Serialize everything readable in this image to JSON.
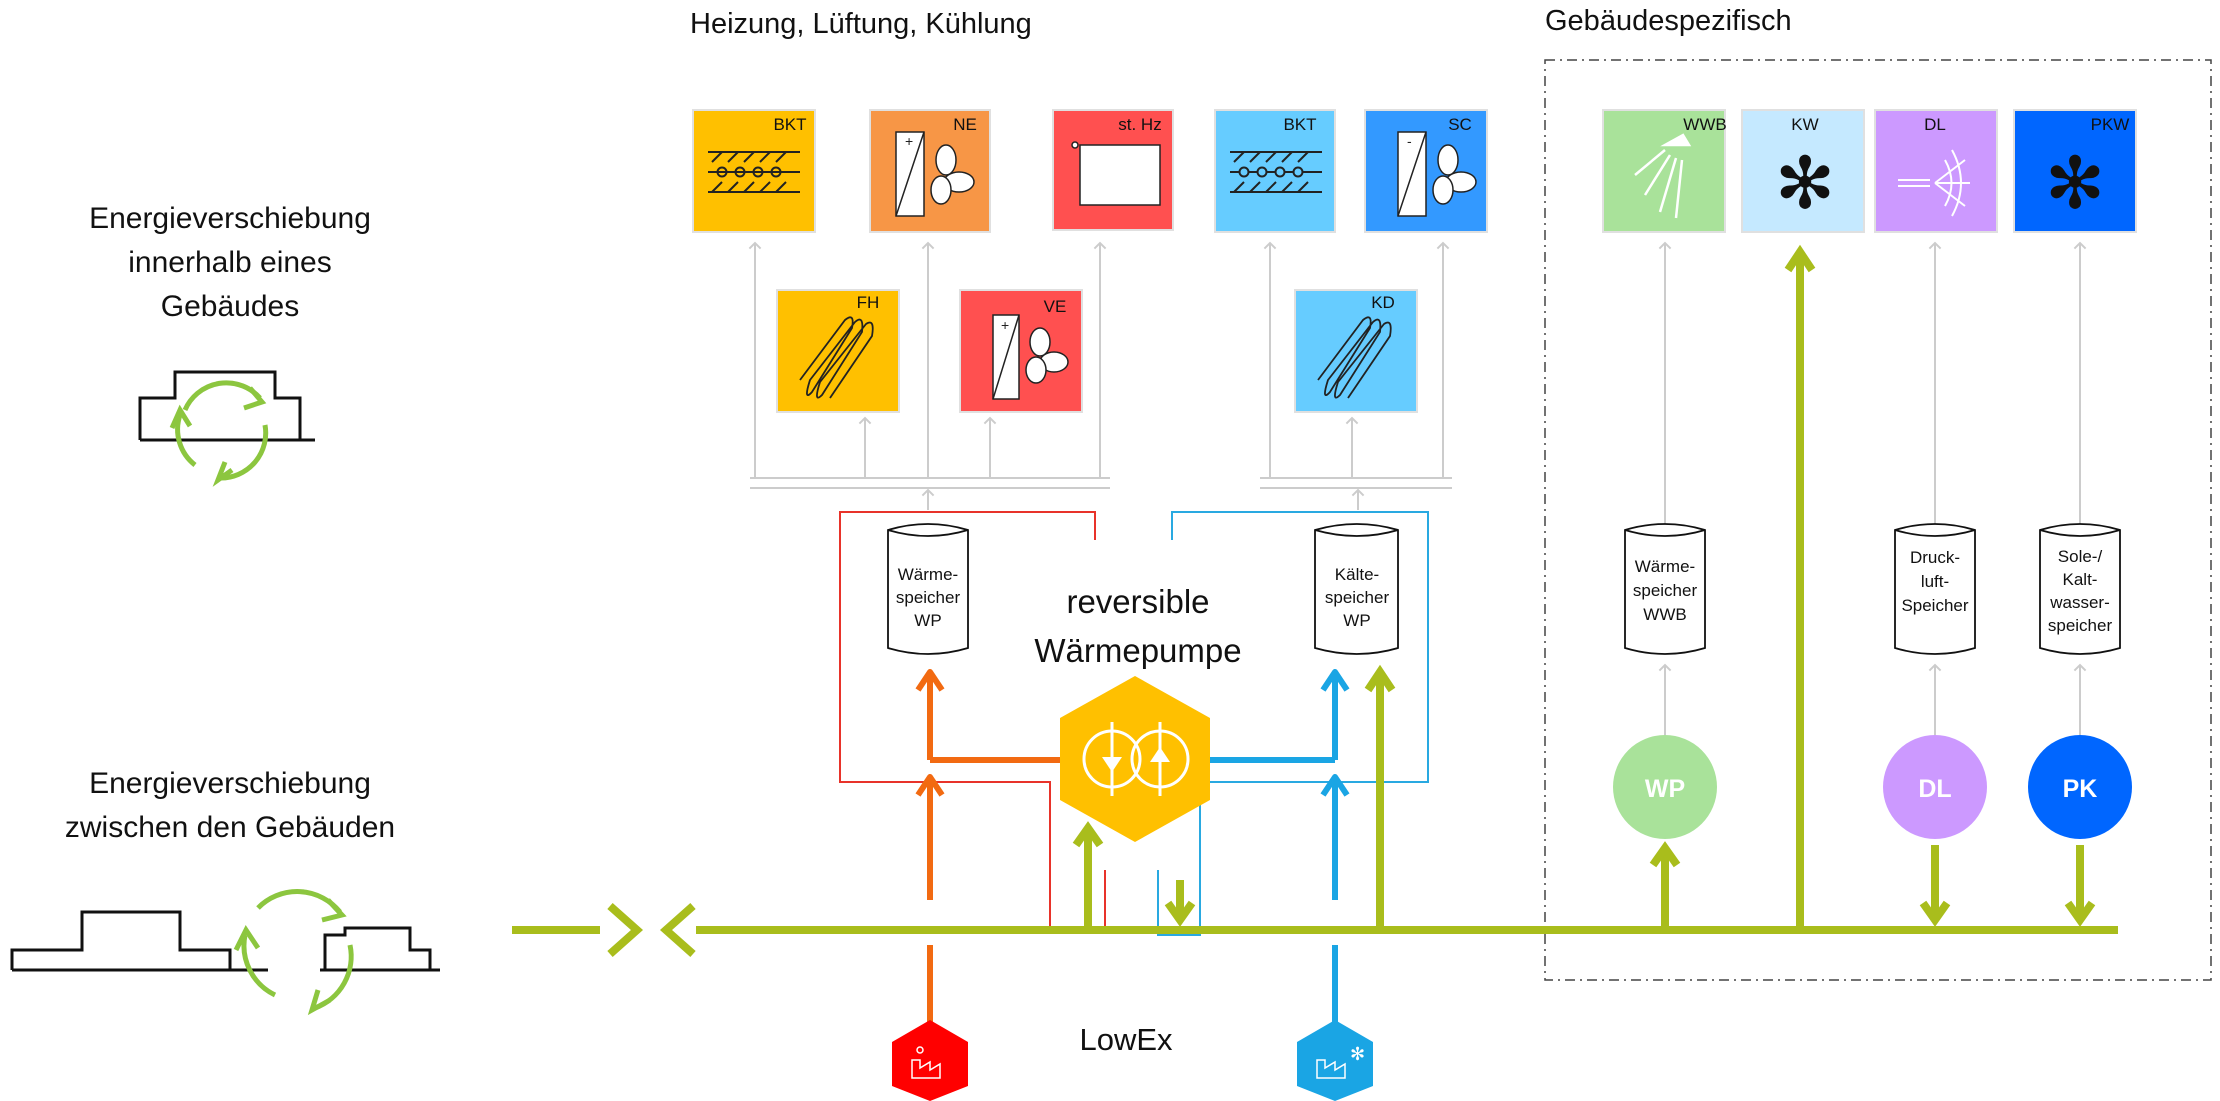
{
  "headings": {
    "hvac": "Heizung, Lüftung, Kühlung",
    "building_specific": "Gebäudespezifisch",
    "lowex": "LowEx"
  },
  "left_labels": {
    "within_line1": "Energieverschiebung",
    "within_line2": "innerhalb eines",
    "within_line3": "Gebäudes",
    "between_line1": "Energieverschiebung",
    "between_line2": "zwischen den Gebäuden"
  },
  "heat_pump": {
    "line1": "reversible",
    "line2": "Wärmepumpe"
  },
  "top_boxes": {
    "bkt_heat": "BKT",
    "ne": "NE",
    "st_hz": "st. Hz",
    "bkt_cool": "BKT",
    "sc": "SC",
    "wwb": "WWB",
    "kw": "KW",
    "dl": "DL",
    "pkw": "PKW"
  },
  "mid_boxes": {
    "fh": "FH",
    "ve": "VE",
    "kd": "KD"
  },
  "tanks": {
    "heat": [
      "Wärme-",
      "speicher",
      "WP"
    ],
    "cold": [
      "Kälte-",
      "speicher",
      "WP"
    ],
    "wwb": [
      "Wärme-",
      "speicher",
      "WWB"
    ],
    "dl": [
      "Druck-",
      "luft-",
      "Speicher"
    ],
    "sole": [
      "Sole-/",
      "Kalt-",
      "wasser-",
      "speicher"
    ]
  },
  "circles": {
    "wp": "WP",
    "dl": "DL",
    "pk": "PK"
  },
  "colors": {
    "network": "#a9bd1c",
    "heat": "#f26a11",
    "cold": "#1aa5e4",
    "heat_line": "#e8332a",
    "cold_line": "#29a9e1",
    "gray_arrow": "#cccccc",
    "recycle": "#8cc63f",
    "orange_box": "#ffc000",
    "lightorange_box": "#f79646",
    "red_box": "#ff5050",
    "lightblue_box": "#66ccff",
    "blue_box": "#3399ff",
    "green_box": "#a9e29a",
    "paleblue_box": "#c5e9ff",
    "purple_box": "#cc99ff",
    "darkblue_box": "#0066ff",
    "hp_yellow": "#ffc000"
  }
}
